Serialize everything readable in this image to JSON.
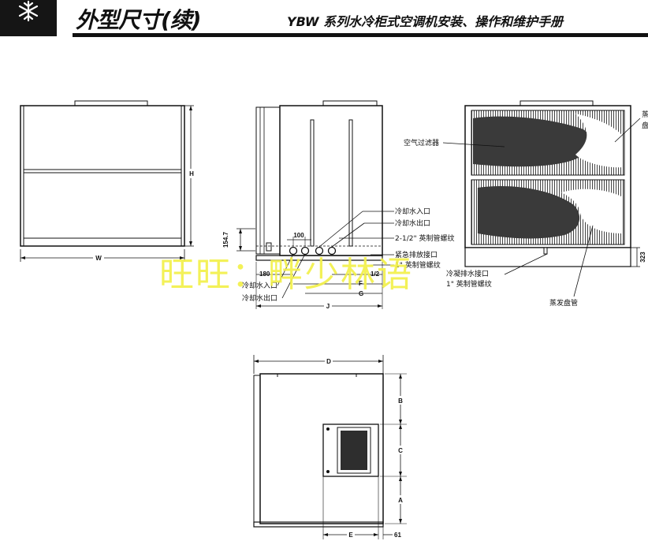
{
  "header": {
    "section_title": "外型尺寸(续)",
    "manual_title": "YBW 系列水冷柜式空调机安装、操作和维护手册"
  },
  "front_view": {
    "dim_width": "W",
    "dim_height": "H"
  },
  "side_view": {
    "dim_154_7": "154.7",
    "dim_100": "100",
    "dim_180": "180",
    "dim_1_2": "1/2",
    "dim_f": "F",
    "dim_g": "G",
    "dim_j": "J",
    "callouts_right": [
      "冷却水入口",
      "冷却水出口",
      "2-1/2\" 英制管螺纹",
      "紧急排放接口",
      "1\" 英制管螺纹"
    ],
    "callouts_left": [
      "冷却水入口",
      "冷却水出口"
    ]
  },
  "back_view": {
    "air_filter": "空气过滤器",
    "top_right_1": "蒸",
    "top_right_2": "盘",
    "drain": "冷凝排水接口",
    "drain_thread": "1\" 英制管螺纹",
    "evaporator_coil": "蒸发盘管",
    "dim_323": "323"
  },
  "top_view": {
    "dim_d": "D",
    "dim_b": "B",
    "dim_c": "C",
    "dim_a": "A",
    "dim_e": "E",
    "dim_61": "61"
  },
  "watermark": "旺旺：畔少林语"
}
